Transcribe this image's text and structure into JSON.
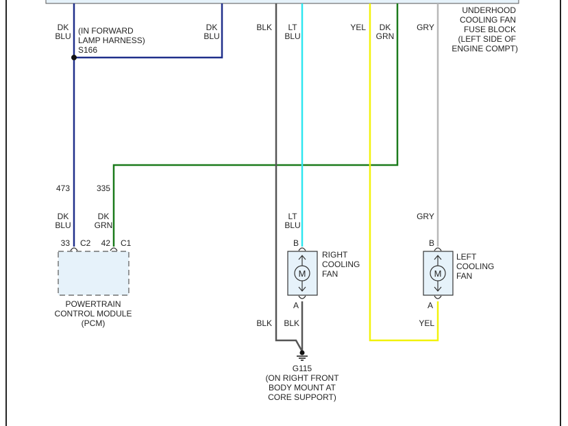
{
  "fuse_block": {
    "lines": [
      "UNDERHOOD",
      "COOLING FAN",
      "FUSE BLOCK",
      "(LEFT SIDE OF",
      "ENGINE COMPT)"
    ]
  },
  "splice": {
    "lines": [
      "(IN FORWARD",
      "LAMP HARNESS)",
      "S166"
    ]
  },
  "wires": {
    "dkblu_left": [
      "DK",
      "BLU"
    ],
    "dkblu_right": [
      "DK",
      "BLU"
    ],
    "blk_top": "BLK",
    "ltblu_top": [
      "LT",
      "BLU"
    ],
    "yel_top": "YEL",
    "dkgrn_top": [
      "DK",
      "GRN"
    ],
    "gry_top": "GRY",
    "circuit_473": "473",
    "circuit_335": "335",
    "pcm_dkblu": [
      "DK",
      "BLU"
    ],
    "pcm_dkgrn": [
      "DK",
      "GRN"
    ],
    "fan_ltblu": [
      "LT",
      "BLU"
    ],
    "fan_gry": "GRY",
    "blk_left": "BLK",
    "blk_right": "BLK",
    "yel_bottom": "YEL"
  },
  "pcm": {
    "pin_33": "33",
    "conn_c2": "C2",
    "pin_42": "42",
    "conn_c1": "C1",
    "lines": [
      "POWERTRAIN",
      "CONTROL MODULE",
      "(PCM)"
    ]
  },
  "right_fan": {
    "pin_b": "B",
    "pin_a": "A",
    "motor": "M",
    "lines": [
      "RIGHT",
      "COOLING",
      "FAN"
    ]
  },
  "left_fan": {
    "pin_b": "B",
    "pin_a": "A",
    "motor": "M",
    "lines": [
      "LEFT",
      "COOLING",
      "FAN"
    ]
  },
  "ground": {
    "lines": [
      "G115",
      "(ON RIGHT FRONT",
      "BODY MOUNT AT",
      "CORE SUPPORT)"
    ]
  },
  "colors": {
    "dk_blu": "#1f2f8a",
    "dk_grn": "#1a7a1a",
    "lt_blu": "#2ee6f0",
    "yel": "#f2f20a",
    "gry": "#b8b8b8",
    "blk": "#555555",
    "component_fill": "#e6f2fa"
  }
}
